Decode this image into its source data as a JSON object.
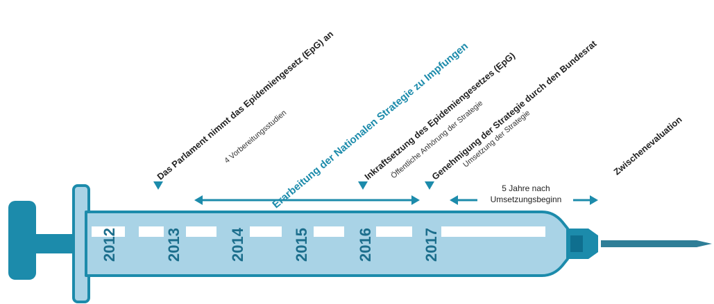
{
  "colors": {
    "accent": "#1c8bab",
    "barrel_fill": "#a9d3e6",
    "barrel_stroke": "#1c8bab",
    "year_text": "#1c6e8c",
    "slot": "#ffffff",
    "needle": "#2f7e97"
  },
  "years": [
    "2012",
    "2013",
    "2014",
    "2015",
    "2016",
    "2017"
  ],
  "events": [
    {
      "text": "Das Parlament nimmt das Epidemiengesetz (EpG) an",
      "style": "bold"
    },
    {
      "text": "4 Vorbereitungsstudien",
      "style": "plain"
    },
    {
      "text": "Erarbeitung der Nationalen Strategie zu Impfungen",
      "style": "accent"
    },
    {
      "text": "Inkraftsetzung des Epidemiengesetzes (EpG)",
      "style": "bold"
    },
    {
      "text": "Öffentliche Anhörung der Strategie",
      "style": "plain"
    },
    {
      "text": "Genehmigung der Strategie durch den Bundesrat",
      "style": "bold"
    },
    {
      "text": "Umsetzung der Strategie",
      "style": "plain"
    },
    {
      "text": "Zwischenevaluation",
      "style": "bold"
    }
  ],
  "span_label": {
    "line1": "5 Jahre nach",
    "line2": "Umsetzungsbeginn"
  },
  "icons": [
    "syringe-icon",
    "marker-triangle-icon",
    "double-arrow-icon"
  ]
}
